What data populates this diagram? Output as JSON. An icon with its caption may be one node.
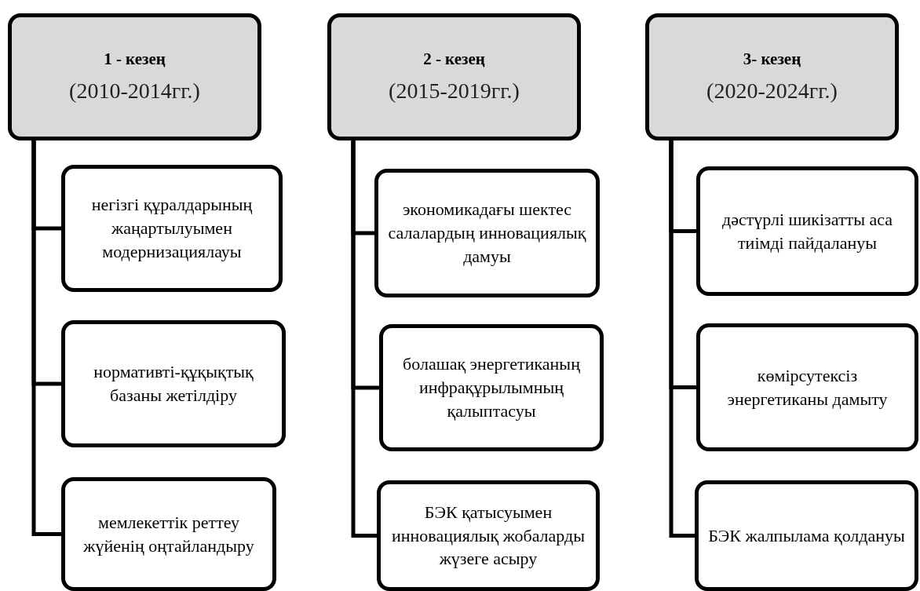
{
  "diagram": {
    "nodes": [
      {
        "text": [
          "1 - кезең",
          "(2010-2014гг.)"
        ]
      },
      {
        "text": [
          "негізгі құралдарының жаңартылуымен модернизациялауы"
        ]
      },
      {
        "text": [
          "нормативті-құқықтық базаны жетілдіру"
        ]
      },
      {
        "text": [
          "мемлекеттік реттеу жүйенің оңтайландыру"
        ]
      },
      {
        "text": [
          "2 - кезең",
          "(2015-2019гг.)"
        ]
      },
      {
        "text": [
          "экономикадағы шектес салалардың инновациялық дамуы"
        ]
      },
      {
        "text": [
          "болашақ энергетиканың инфрақұрылымның қалыптасуы"
        ]
      },
      {
        "text": [
          "БЭК қатысуымен инновациялық жобаларды жүзеге асыру"
        ]
      },
      {
        "text": [
          "3- кезең",
          "(2020-2024гг.)"
        ]
      },
      {
        "text": [
          "дәстүрлі шикізатты аса тиімді пайдалануы"
        ]
      },
      {
        "text": [
          "көмірсутексіз энергетиканы дамыту"
        ]
      },
      {
        "text": [
          "БЭК жалпылама қолдануы"
        ]
      }
    ],
    "edges": [
      {
        "from": 0,
        "to": 1,
        "arrow": "none"
      },
      {
        "from": 0,
        "to": 2,
        "arrow": "none"
      },
      {
        "from": 0,
        "to": 3,
        "arrow": "none"
      },
      {
        "from": 4,
        "to": 5,
        "arrow": "none"
      },
      {
        "from": 4,
        "to": 6,
        "arrow": "none"
      },
      {
        "from": 4,
        "to": 7,
        "arrow": "none"
      },
      {
        "from": 8,
        "to": 9,
        "arrow": "none"
      },
      {
        "from": 8,
        "to": 10,
        "arrow": "none"
      },
      {
        "from": 8,
        "to": 11,
        "arrow": "none"
      }
    ]
  }
}
